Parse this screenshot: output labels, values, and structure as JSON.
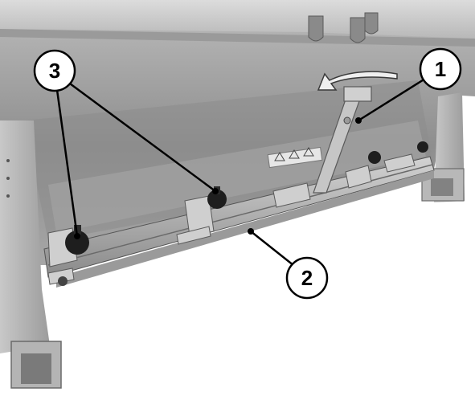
{
  "callouts": [
    {
      "id": "1",
      "label": "1"
    },
    {
      "id": "2",
      "label": "2"
    },
    {
      "id": "3",
      "label": "3"
    }
  ],
  "colors": {
    "background": "#ffffff",
    "machine_light": "#d4d4d4",
    "machine_mid": "#a8a8a8",
    "machine_dark": "#6e6e6e",
    "knob": "#1e1e1e",
    "callout_fill": "#ffffff",
    "callout_stroke": "#000000"
  }
}
